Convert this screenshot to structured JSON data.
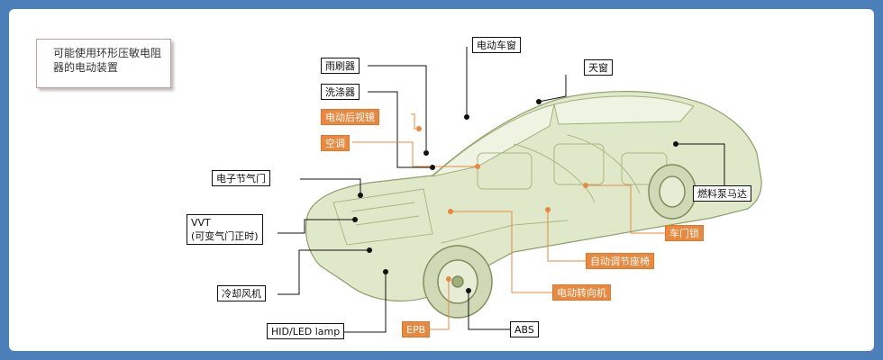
{
  "title": "可能使用环形压敏电阻器的电动装置",
  "labels": {
    "power_window": "电动车窗",
    "sunroof": "天窗",
    "wiper": "雨刷器",
    "washer": "洗涤器",
    "power_mirror": "电动后视镜",
    "air_conditioner": "空调",
    "throttle": "电子节气门",
    "vvt_line1": "VVT",
    "vvt_line2": "(可变气门正时)",
    "cooling_fan": "冷却风机",
    "hid_lamp": "HID/LED lamp",
    "epb": "EPB",
    "abs": "ABS",
    "power_steering": "电动转向机",
    "power_seat": "自动调节座椅",
    "door_lock": "车门锁",
    "fuel_pump": "燃料泵马达"
  },
  "colors": {
    "background": "#4a7fb8",
    "panel": "#ffffff",
    "accent_orange": "#e8893f",
    "car_tint": "#d9e6c0",
    "car_line": "#9fb07a"
  }
}
